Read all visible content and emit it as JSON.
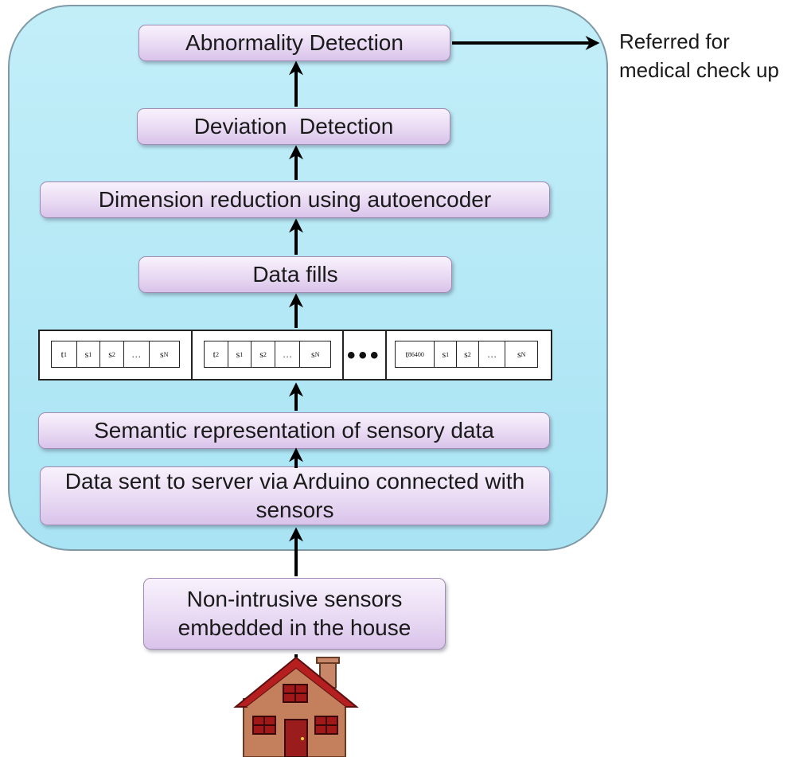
{
  "boxes": {
    "abnormality": "Abnormality Detection",
    "deviation": "Deviation  Detection",
    "dimension": "Dimension reduction using autoencoder",
    "data_fills": "Data fills",
    "semantic": "Semantic representation of sensory data",
    "data_sent": "Data sent to server via Arduino connected with sensors",
    "sensors": "Non-intrusive sensors embedded in the house"
  },
  "output_note": {
    "line1": "Referred for",
    "line2": "medical check up"
  },
  "sequence": {
    "groups": [
      {
        "time": "t",
        "time_sub": "1",
        "cells": [
          {
            "t": "s",
            "sub": "1"
          },
          {
            "t": "s",
            "sub": "2"
          },
          {
            "t": "…",
            "sub": ""
          },
          {
            "t": "s",
            "sub": "N"
          }
        ]
      },
      {
        "time": "t",
        "time_sub": "2",
        "cells": [
          {
            "t": "s",
            "sub": "1"
          },
          {
            "t": "s",
            "sub": "2"
          },
          {
            "t": "…",
            "sub": ""
          },
          {
            "t": "s",
            "sub": "N"
          }
        ]
      },
      {
        "time": "t",
        "time_sub": "86400",
        "cells": [
          {
            "t": "s",
            "sub": "1"
          },
          {
            "t": "s",
            "sub": "2"
          },
          {
            "t": "…",
            "sub": ""
          },
          {
            "t": "s",
            "sub": "N"
          }
        ]
      }
    ],
    "ellipsis": "•••"
  },
  "colors": {
    "panel": "#b5e8f6",
    "box": "#e6d6f1",
    "house_wall": "#c47f5d",
    "house_roof": "#b51f1f",
    "door": "#9b1c1c"
  },
  "icons": [
    "house-icon"
  ]
}
